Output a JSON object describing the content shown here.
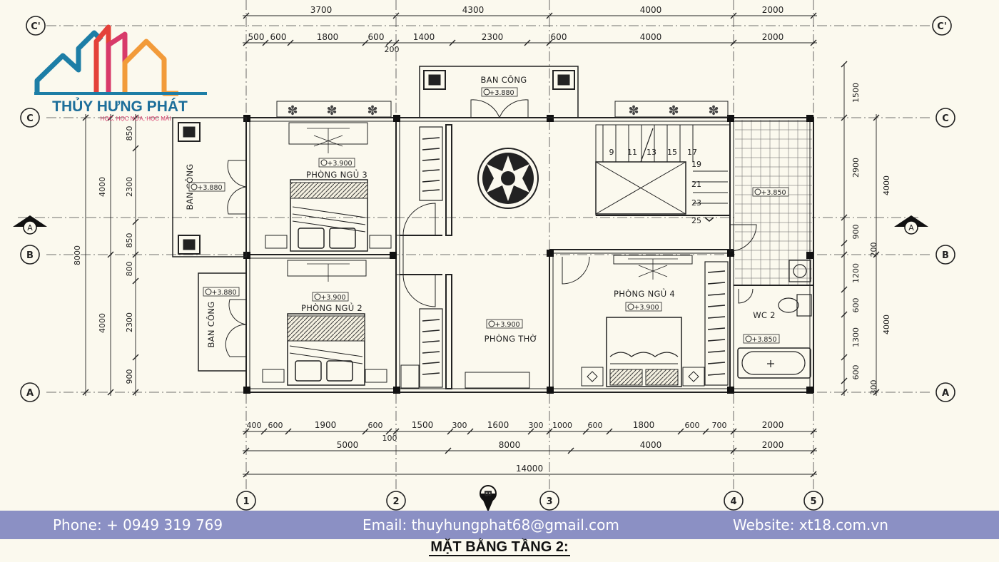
{
  "logo": {
    "brand": "THỦY HƯNG PHÁT",
    "slogan": "HỌC, HỌC NỮA, HỌC MÃI",
    "colors": {
      "teal": "#1d7ea6",
      "red": "#e4413a",
      "orange": "#f29b3a",
      "pink": "#d83a6a"
    }
  },
  "plan": {
    "top_dims_outer": [
      "3700",
      "4300",
      "4000",
      "2000"
    ],
    "top_dims_inner": [
      "500",
      "600",
      "1800",
      "600",
      "1400",
      "2300",
      "600",
      "4000",
      "2000"
    ],
    "top_dim_extra": "200",
    "right_dims_outer": [
      "4000",
      "4000"
    ],
    "right_dims_inner": [
      "1500",
      "2900",
      "900",
      "200",
      "1200",
      "600",
      "1300",
      "600",
      "300"
    ],
    "left_dims_outer": [
      "8000"
    ],
    "left_dims_mid": [
      "4000",
      "4000"
    ],
    "left_dims_inner": [
      "850",
      "2300",
      "850",
      "800",
      "2300",
      "900"
    ],
    "bottom_dims_inner": [
      "400",
      "600",
      "1900",
      "600",
      "1500",
      "300",
      "1600",
      "300",
      "1000",
      "600",
      "1800",
      "600",
      "700",
      "2000"
    ],
    "bottom_dim_extra": "100",
    "bottom_dims_mid": [
      "5000",
      "8000",
      "4000",
      "2000"
    ],
    "bottom_dim_total": "14000",
    "axes_rows": [
      "C'",
      "C",
      "B",
      "A"
    ],
    "axes_cols": [
      "1",
      "2",
      "3",
      "4",
      "5"
    ],
    "axis_b_marker": "B",
    "section_marker": "A",
    "rooms": {
      "balcony_top": "BAN CÔNG",
      "balcony_left_top": "BAN CÔNG",
      "balcony_left_bottom": "BAN CÔNG",
      "bedroom3": "PHÒNG NGỦ 3",
      "bedroom2": "PHÒNG NGỦ 2",
      "bedroom4": "PHÒNG NGỦ 4",
      "worship": "PHÒNG THỜ",
      "wc2": "WC 2"
    },
    "levels": {
      "balcony_top": "+3.880",
      "balcony_left_top": "+3.880",
      "balcony_left_bottom": "+3.880",
      "bedroom3": "+3.900",
      "bedroom2": "+3.900",
      "bedroom4": "+3.900",
      "worship": "+3.900",
      "wc_top": "+3.850",
      "wc2": "+3.850"
    },
    "stair_steps": [
      "9",
      "11",
      "13",
      "15",
      "17",
      "19",
      "21",
      "23",
      "25"
    ]
  },
  "footer": {
    "phone": "Phone: +  0949 319 769",
    "email": "Email: thuyhungphat68@gmail.com",
    "website": "Website:  xt18.com.vn"
  },
  "title": "MẶT BẰNG TẦNG 2:"
}
